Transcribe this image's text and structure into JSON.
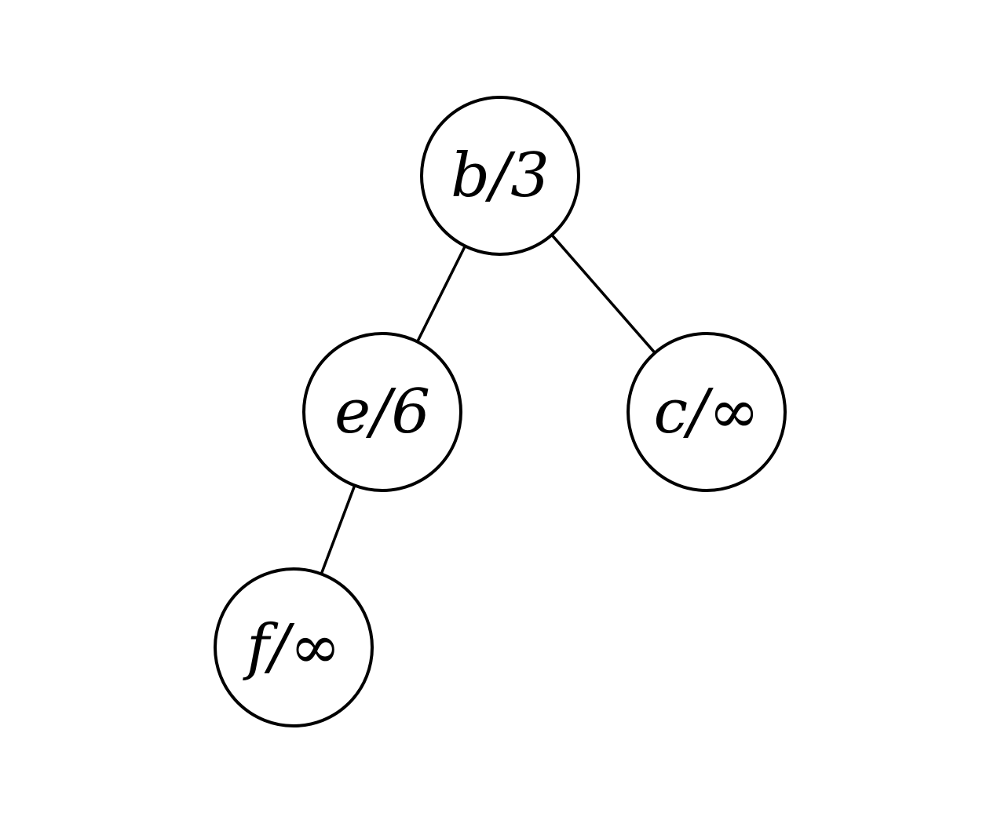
{
  "tree": {
    "nodes": [
      {
        "id": "b",
        "label": "b/3",
        "parent": null
      },
      {
        "id": "e",
        "label": "e/6",
        "parent": "b"
      },
      {
        "id": "c",
        "label": "c/∞",
        "parent": "b"
      },
      {
        "id": "f",
        "label": "f/∞",
        "parent": "e"
      }
    ]
  },
  "colors": {
    "stroke": "#000000",
    "fill": "#ffffff"
  }
}
